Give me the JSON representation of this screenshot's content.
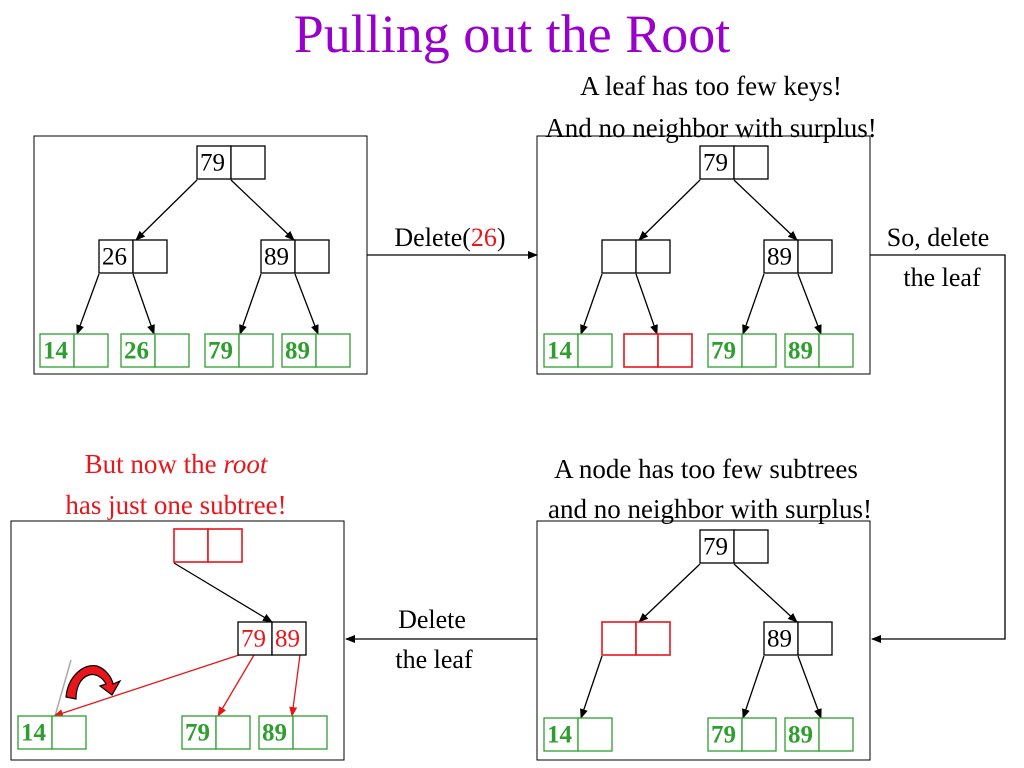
{
  "title": "Pulling out the Root",
  "colors": {
    "title": "#9900cc",
    "red": "#e8161b",
    "green": "#2e9e2e",
    "black": "#000000"
  },
  "captions": {
    "top_right_1": "A leaf has too few keys!",
    "top_right_2": "And no neighbor with surplus!",
    "bottom_left_1_a": "But now the ",
    "bottom_left_1_b": "root",
    "bottom_left_2": "has just one subtree!",
    "bottom_right_1": "A node has too few subtrees",
    "bottom_right_2": "and no neighbor with surplus!"
  },
  "transitions": {
    "delete_prefix": "Delete(",
    "delete_key": "26",
    "delete_suffix": ")",
    "so_delete_1": "So, delete",
    "so_delete_2": "the leaf",
    "delete_leaf_1": "Delete",
    "delete_leaf_2": "the leaf"
  },
  "panels": {
    "p1": {
      "root": [
        "79",
        ""
      ],
      "internal": [
        [
          "26",
          ""
        ],
        [
          "89",
          ""
        ]
      ],
      "leaves": [
        [
          "14",
          ""
        ],
        [
          "26",
          ""
        ],
        [
          "79",
          ""
        ],
        [
          "89",
          ""
        ]
      ]
    },
    "p2": {
      "root": [
        "79",
        ""
      ],
      "internal": [
        [
          "",
          ""
        ],
        [
          "89",
          ""
        ]
      ],
      "leaves": [
        [
          "14",
          ""
        ],
        [
          "",
          ""
        ],
        [
          "79",
          ""
        ],
        [
          "89",
          ""
        ]
      ]
    },
    "p3": {
      "root": [
        "79",
        ""
      ],
      "internal": [
        [
          "",
          ""
        ],
        [
          "89",
          ""
        ]
      ],
      "leaves": [
        [
          "14",
          ""
        ],
        [
          "79",
          ""
        ],
        [
          "89",
          ""
        ]
      ]
    },
    "p4": {
      "root": [
        "",
        ""
      ],
      "internal": [
        [
          "79",
          "89"
        ]
      ],
      "leaves": [
        [
          "14",
          ""
        ],
        [
          "79",
          ""
        ],
        [
          "89",
          ""
        ]
      ]
    }
  }
}
